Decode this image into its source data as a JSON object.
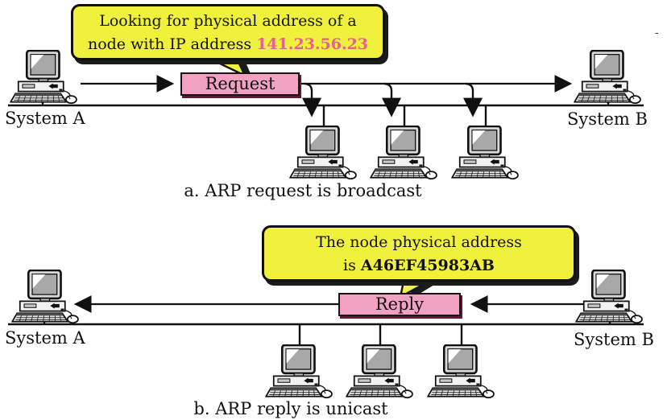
{
  "colors": {
    "bubble_yellow": "#F0F13C",
    "bubble_border": "#111111",
    "box_pink": "#F2A1C2",
    "box_shadow_maroon": "#6B1430",
    "ip_pink": "#E8618F",
    "line_color": "#111111"
  },
  "section_a": {
    "callout": {
      "line1": "Looking for physical address of a",
      "line2_prefix": "node with IP address ",
      "ip": "141.23.56.23"
    },
    "message_box": "Request",
    "system_a": "System A",
    "system_b": "System B",
    "caption": "a. ARP request is broadcast"
  },
  "section_b": {
    "callout": {
      "line1": "The node physical address",
      "line2_prefix": "is ",
      "mac": "A46EF45983AB"
    },
    "message_box": "Reply",
    "system_a": "System A",
    "system_b": "System B",
    "caption": "b. ARP reply is unicast"
  },
  "artifact": {
    "dash": "-"
  }
}
